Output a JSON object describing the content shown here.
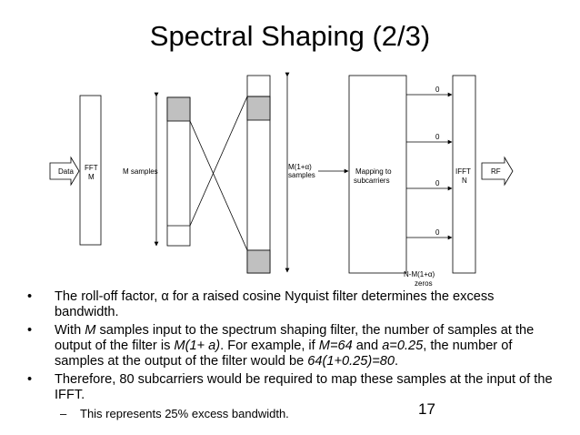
{
  "slide": {
    "title": "Spectral Shaping (2/3)",
    "page_number": "17"
  },
  "diagram": {
    "data_label": "Data",
    "fft_label_line1": "FFT",
    "fft_label_line2": "M",
    "m_samples_label": "M samples",
    "m1a_line1": "M(1+α)",
    "m1a_line2": "samples",
    "mapping_line1": "Mapping to",
    "mapping_line2": "subcarriers",
    "ifft_line1": "IFFT",
    "ifft_line2": "N",
    "rf_label": "RF",
    "zero_label": "0",
    "nm_line1": "N-M(1+α)",
    "nm_line2": "zeros",
    "shade_color": "#c0c0c0"
  },
  "bullets": {
    "b1": "The roll-off factor, α for a raised cosine Nyquist filter determines the excess bandwidth.",
    "b2_p1": "With ",
    "b2_m": "M",
    "b2_p2": " samples input to the spectrum shaping filter, the number of samples at the output of the filter is ",
    "b2_expr": "M(1+ a)",
    "b2_p3": ". For example, if ",
    "b2_m64": "M=64",
    "b2_p4": " and ",
    "b2_a": "a=0.25",
    "b2_p5": ", the number of samples at the output of the filter would be ",
    "b2_calc": "64(1+0.25)=80",
    "b2_p6": ".",
    "b3": "Therefore, 80 subcarriers would be required to map these samples at the input of the IFFT.",
    "sub1": "This represents 25% excess bandwidth."
  }
}
